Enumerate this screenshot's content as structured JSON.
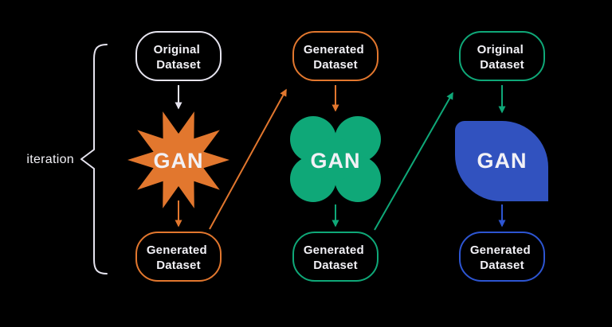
{
  "diagram": "gan-iteration-flow",
  "iteration_label": "iteration",
  "gan_label": "GAN",
  "colors": {
    "background": "#000000",
    "white": "#E6E4EF",
    "text": "#F2F1F6",
    "orange": "#E2772E",
    "green": "#0FA878",
    "blue_leaf": "#3152BF",
    "blue": "#2D55D2"
  },
  "columns": [
    {
      "top_box": {
        "lines": [
          "Original",
          "Dataset"
        ]
      },
      "shape": "starburst",
      "gan": "GAN",
      "bottom_box": {
        "lines": [
          "Generated",
          "Dataset"
        ]
      }
    },
    {
      "top_box": {
        "lines": [
          "Generated",
          "Dataset"
        ]
      },
      "shape": "clover",
      "gan": "GAN",
      "bottom_box": {
        "lines": [
          "Generated",
          "Dataset"
        ]
      }
    },
    {
      "top_box": {
        "lines": [
          "Original",
          "Dataset"
        ]
      },
      "shape": "leaf",
      "gan": "GAN",
      "bottom_box": {
        "lines": [
          "Generated",
          "Dataset"
        ]
      }
    }
  ]
}
